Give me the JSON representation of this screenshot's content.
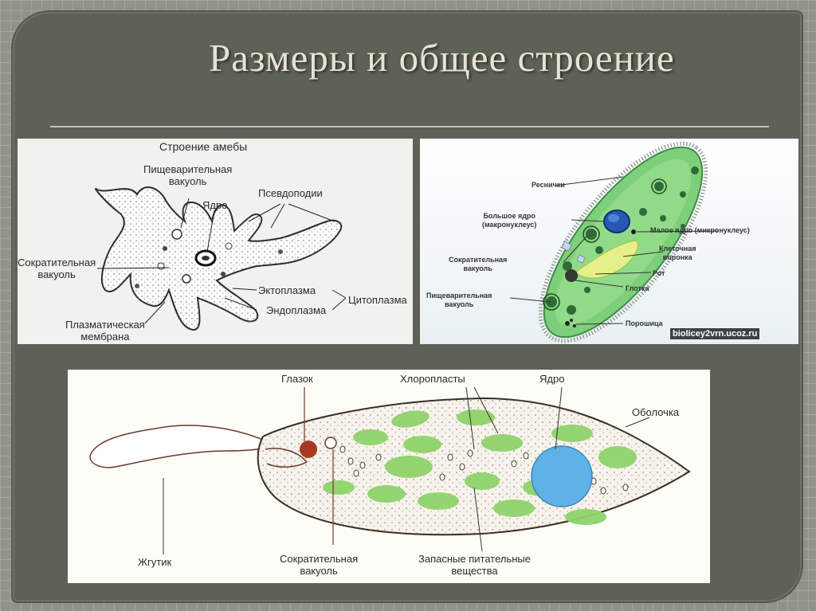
{
  "slide": {
    "title": "Размеры и общее строение"
  },
  "amoeba": {
    "heading": "Строение амебы",
    "labels": {
      "digestive_vacuole": "Пищеварительная\nвакуоль",
      "nucleus": "Ядро",
      "pseudopodia": "Псевдоподии",
      "contractile_vacuole": "Сократительная\nвакуоль",
      "ectoplasm": "Эктоплазма",
      "endoplasm": "Эндоплазма",
      "cytoplasm": "Цитоплазма",
      "membrane": "Плазматическая\nмембрана"
    }
  },
  "paramecium": {
    "labels": {
      "cilia": "Реснички",
      "macronucleus": "Большое ядро\n(макронуклеус)",
      "micronucleus": "Малое ядро (микронуклеус)",
      "contractile_vacuole": "Сократительная\nвакуоль",
      "cell_funnel": "Клеточная\nворонка",
      "mouth": "Рот",
      "pharynx": "Глотка",
      "digestive_vacuole": "Пищеварительная\nвакуоль",
      "anal_pore": "Порошица"
    },
    "watermark": "biolicey2vrn.ucoz.ru"
  },
  "euglena": {
    "labels": {
      "eyespot": "Глазок",
      "chloroplasts": "Хлоропласты",
      "nucleus": "Ядро",
      "pellicle": "Оболочка",
      "flagellum": "Жгутик",
      "contractile_vacuole": "Сократительная\nвакуоль",
      "reserve_nutrients": "Запасные питательные\nвещества"
    }
  },
  "colors": {
    "slide_bg": "#5e6156",
    "title": "#e6e2d4",
    "paramecium_body": "#7ecf7a",
    "chloroplast": "#8fd36b",
    "euglena_nucleus": "#5fb1e6",
    "eyespot": "#a83a24"
  }
}
